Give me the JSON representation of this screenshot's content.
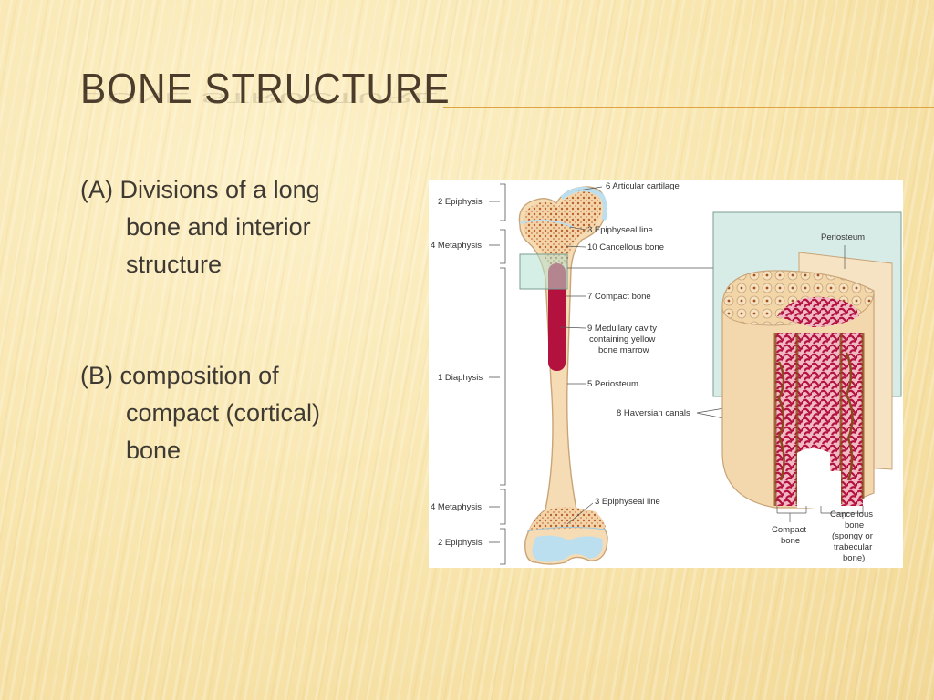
{
  "slide": {
    "title": "Bone Structure",
    "title_display": "BONE STRUCTURE",
    "accent_color": "#e0a341",
    "bullets": [
      {
        "label": "(A)",
        "text": "Divisions of a long bone and interior structure"
      },
      {
        "label": "(B)",
        "text": "composition of compact (cortical) bone"
      }
    ]
  },
  "figure": {
    "left_labels": {
      "epiphysis_top": "2 Epiphysis",
      "metaphysis_top": "4 Metaphysis",
      "diaphysis": "1 Diaphysis",
      "metaphysis_bottom": "4 Metaphysis",
      "epiphysis_bottom": "2 Epiphysis"
    },
    "right_labels": {
      "articular_cartilage": "6 Articular cartilage",
      "epiphyseal_line_top": "3 Epiphyseal line",
      "cancellous_bone": "10 Cancellous bone",
      "compact_bone": "7 Compact bone",
      "medullary_1": "9 Medullary cavity",
      "medullary_2": "containing yellow",
      "medullary_3": "bone marrow",
      "periosteum": "5 Periosteum",
      "haversian": "8 Haversian canals",
      "epiphyseal_line_bottom": "3 Epiphyseal line"
    },
    "detail_labels": {
      "periosteum": "Periosteum",
      "compact_1": "Compact",
      "compact_2": "bone",
      "cancellous_1": "Cancellous",
      "cancellous_2": "bone",
      "cancellous_3": "(spongy or",
      "cancellous_4": "trabecular",
      "cancellous_5": "bone)"
    },
    "colors": {
      "bone": "#f5dcb4",
      "bone_outline": "#c9a478",
      "marrow": "#b3123f",
      "spongy": "#d9a36b",
      "cartilage": "#bcdff0",
      "detail_bg": "#d7ece6"
    }
  }
}
